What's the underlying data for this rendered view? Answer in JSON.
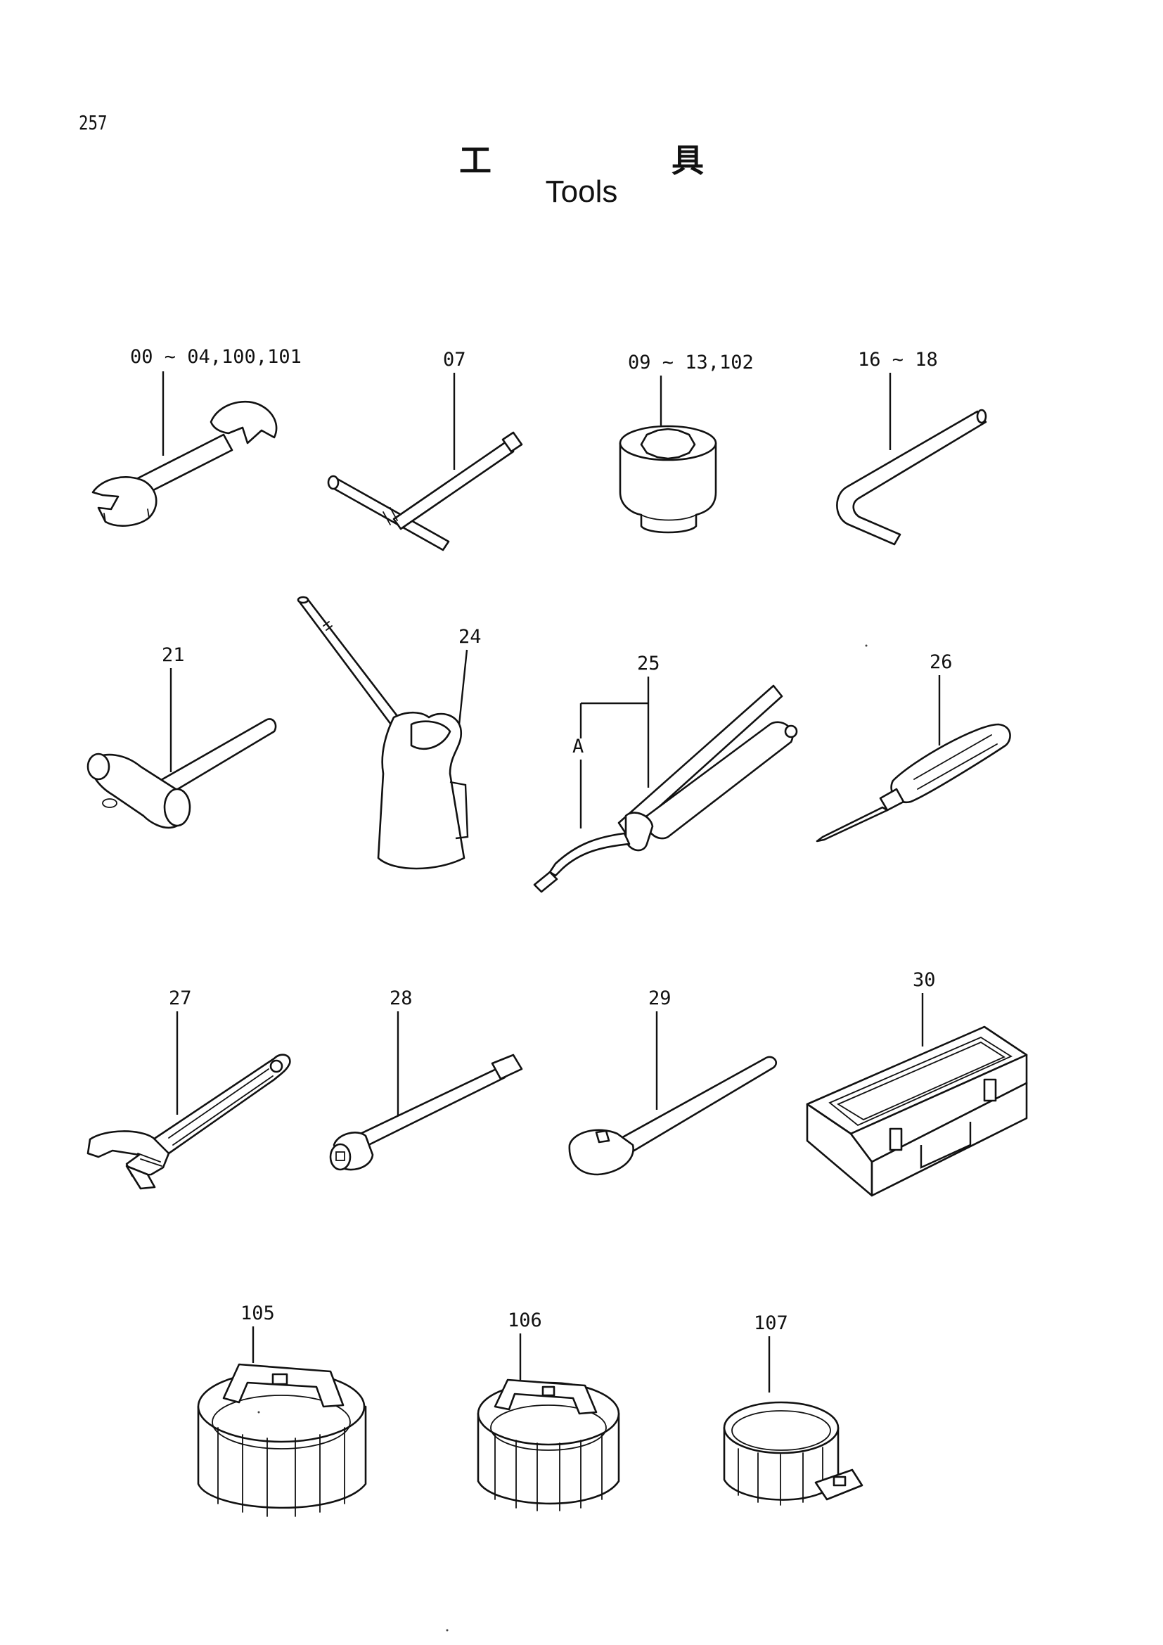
{
  "page_number": "257",
  "title_jp": "工 具",
  "title_en": "Tools",
  "parts": [
    {
      "label": "00 ~ 04,100,101",
      "icon": "open-end-wrench-icon"
    },
    {
      "label": "07",
      "icon": "t-handle-wrench-icon"
    },
    {
      "label": "09 ~ 13,102",
      "icon": "socket-icon"
    },
    {
      "label": "16 ~ 18",
      "icon": "hex-key-icon"
    },
    {
      "label": "21",
      "icon": "hammer-icon"
    },
    {
      "label": "24",
      "icon": "oil-can-icon"
    },
    {
      "label": "25",
      "icon": "grease-gun-icon"
    },
    {
      "label": "A",
      "icon": "nozzle-callout"
    },
    {
      "label": "26",
      "icon": "screwdriver-icon"
    },
    {
      "label": "27",
      "icon": "adjustable-wrench-icon"
    },
    {
      "label": "28",
      "icon": "extension-bar-icon"
    },
    {
      "label": "29",
      "icon": "ratchet-handle-icon"
    },
    {
      "label": "30",
      "icon": "tool-box-icon"
    },
    {
      "label": "105",
      "icon": "filter-wrench-large-icon"
    },
    {
      "label": "106",
      "icon": "filter-wrench-medium-icon"
    },
    {
      "label": "107",
      "icon": "filter-wrench-strap-icon"
    }
  ]
}
